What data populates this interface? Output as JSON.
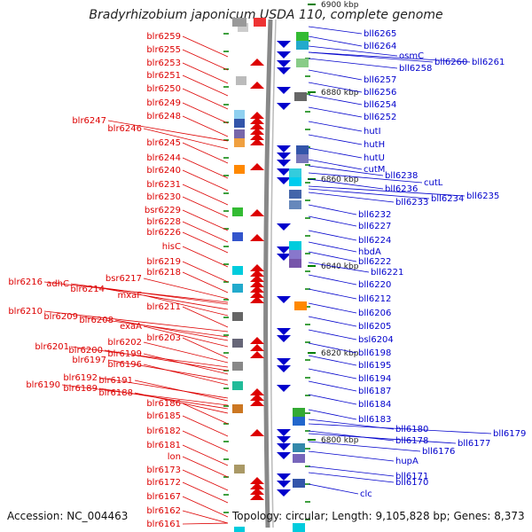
{
  "title": "Bradyrhizobium japonicum USDA 110, complete genome",
  "accession": "Accession: NC_004463",
  "topology": "Topology: circular; Length: 9,105,828 bp; Genes: 8,373",
  "colors": {
    "left_genes": "#dd0000",
    "right_genes": "#0000cc",
    "backbone": "#888888",
    "tick": "#008000"
  },
  "scale_labels": [
    "6900 kbp",
    "6880 kbp",
    "6860 kbp",
    "6840 kbp",
    "6820 kbp",
    "6800 kbp"
  ],
  "left_labels": [
    "blr6259",
    "blr6255",
    "blr6253",
    "blr6251",
    "blr6250",
    "blr6249",
    "blr6248",
    "blr6247",
    "blr6246",
    "blr6245",
    "blr6244",
    "blr6240",
    "blr6231",
    "blr6230",
    "bsr6229",
    "blr6228",
    "blr6226",
    "hisC",
    "blr6219",
    "blr6218",
    "bsr6217",
    "blr6216",
    "adhC",
    "blr6214",
    "mxaF",
    "blr6211",
    "blr6210",
    "blr6209",
    "blr6208",
    "exaA",
    "blr6203",
    "blr6202",
    "blr6201",
    "blr6200",
    "blr6199",
    "blr6197",
    "blr6196",
    "blr6192",
    "blr6191",
    "blr6190",
    "blr6189",
    "blr6188",
    "blr6186",
    "blr6185",
    "blr6182",
    "blr6181",
    "lon",
    "blr6173",
    "blr6172",
    "blr6167",
    "blr6162",
    "blr6161"
  ],
  "right_labels": [
    "bll6265",
    "bll6264",
    "osmC",
    "bll6260",
    "bll6261",
    "bll6258",
    "bll6257",
    "bll6256",
    "bll6254",
    "bll6252",
    "hutI",
    "hutH",
    "hutU",
    "cutM",
    "bll6238",
    "cutL",
    "bll6236",
    "bll6235",
    "bll6234",
    "bll6233",
    "bll6232",
    "bll6227",
    "bll6224",
    "hbdA",
    "bll6222",
    "bll6221",
    "bll6220",
    "bll6212",
    "bll6206",
    "bll6205",
    "bsl6204",
    "bll6198",
    "bll6195",
    "bll6194",
    "bll6187",
    "bll6184",
    "bll6183",
    "bll6180",
    "bll6179",
    "bll6178",
    "bll6177",
    "bll6176",
    "hupA",
    "bll6171",
    "bll6170",
    "clc"
  ]
}
